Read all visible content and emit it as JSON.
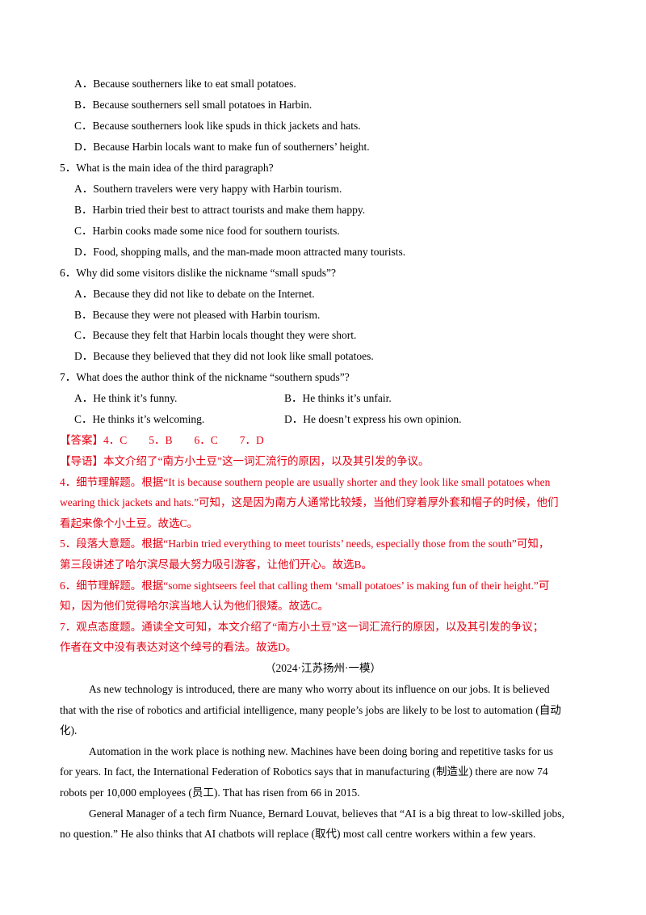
{
  "q4": {
    "options": [
      "A．Because southerners like to eat small potatoes.",
      "B．Because southerners sell small potatoes in Harbin.",
      "C．Because southerners look like spuds in thick jackets and hats.",
      "D．Because Harbin locals want to make fun of southerners’ height."
    ]
  },
  "q5": {
    "stem": "5．What is the main idea of the third paragraph?",
    "options": [
      "A．Southern travelers were very happy with Harbin tourism.",
      "B．Harbin tried their best to attract tourists and make them happy.",
      "C．Harbin cooks made some nice food for southern tourists.",
      "D．Food, shopping malls, and the man-made moon attracted many tourists."
    ]
  },
  "q6": {
    "stem": "6．Why did some visitors dislike the nickname “small spuds”?",
    "options": [
      "A．Because they did not like to debate on the Internet.",
      "B．Because they were not pleased with Harbin tourism.",
      "C．Because they felt that Harbin locals thought they were short.",
      "D．Because they believed that they did not look like small potatoes."
    ]
  },
  "q7": {
    "stem": "7．What does the author think of the nickname “southern spuds”?",
    "options": [
      "A．He think it’s funny.",
      "B．He thinks it’s unfair.",
      "C．He thinks it’s welcoming.",
      "D．He doesn’t express his own opinion."
    ]
  },
  "answer": "【答案】4．C　　5．B　　6．C　　7．D",
  "guide": "【导语】本文介绍了“南方小土豆”这一词汇流行的原因，以及其引发的争议。",
  "explanations": [
    "4．细节理解题。根据“It is because southern people are usually shorter and they look like small potatoes when",
    "wearing thick jackets and hats.”可知，这是因为南方人通常比较矮，当他们穿着厚外套和帽子的时候，他们",
    "看起来像个小土豆。故选C。",
    "5．段落大意题。根据“Harbin tried everything to meet tourists’ needs, especially those from the south”可知，",
    "第三段讲述了哈尔滨尽最大努力吸引游客，让他们开心。故选B。",
    "6．细节理解题。根据“some sightseers feel that calling them ‘small potatoes’ is making fun of their height.”可",
    "知，因为他们觉得哈尔滨当地人认为他们很矮。故选C。",
    "7．观点态度题。通读全文可知，本文介绍了“南方小土豆”这一词汇流行的原因，以及其引发的争议；",
    "作者在文中没有表达对这个绰号的看法。故选D。"
  ],
  "source": "（2024·江苏扬州·一模）",
  "passage": [
    "As new technology is introduced, there are many who worry about its influence on our jobs. It is believed",
    "that with the rise of robotics and artificial intelligence, many people’s jobs are likely to be lost to automation (自动",
    "化).",
    "Automation in the work place is nothing new. Machines have been doing boring and repetitive tasks for us",
    "for years. In fact, the International Federation of Robotics says that in manufacturing (制造业) there are now 74",
    "robots per 10,000 employees (员工). That has risen from 66 in 2015.",
    "General Manager of a tech firm Nuance, Bernard Louvat, believes that “AI is a big threat to low-skilled jobs,",
    "no question.” He also thinks that AI chatbots will replace (取代) most call centre workers within a few years."
  ]
}
